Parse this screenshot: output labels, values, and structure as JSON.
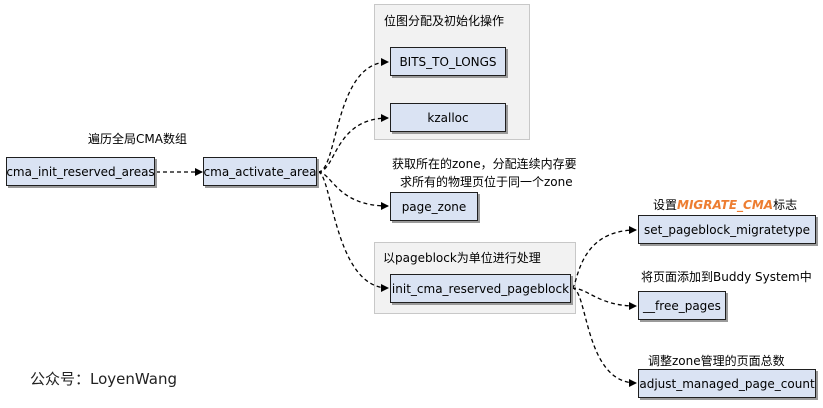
{
  "groups": {
    "bitmap": {
      "title": "位图分配及初始化操作"
    },
    "pageblock": {
      "title": "以pageblock为单位进行处理"
    }
  },
  "nodes": {
    "cma_init_reserved_areas": "cma_init_reserved_areas",
    "cma_activate_area": "cma_activate_area",
    "bits_to_longs": "BITS_TO_LONGS",
    "kzalloc": "kzalloc",
    "page_zone": "page_zone",
    "init_cma_reserved_pageblock": "init_cma_reserved_pageblock",
    "set_pageblock_migratetype": "set_pageblock_migratetype",
    "free_pages": "__free_pages",
    "adjust_managed_page_count": "adjust_managed_page_count"
  },
  "notes": {
    "traverse": "遍历全局CMA数组",
    "zone_line1": "获取所在的zone，分配连续内存要",
    "zone_line2": "求所有的物理页位于同一个zone",
    "migrate_prefix": "设置",
    "migrate_accent": "MIGRATE_CMA",
    "migrate_suffix": "标志",
    "buddy": "将页面添加到Buddy System中",
    "adjust": "调整zone管理的页面总数"
  },
  "footer": {
    "text": "公众号：LoyenWang"
  },
  "colors": {
    "node_fill": "#dae3f3",
    "group_fill": "#f2f2f2",
    "accent": "#ed7d31"
  }
}
